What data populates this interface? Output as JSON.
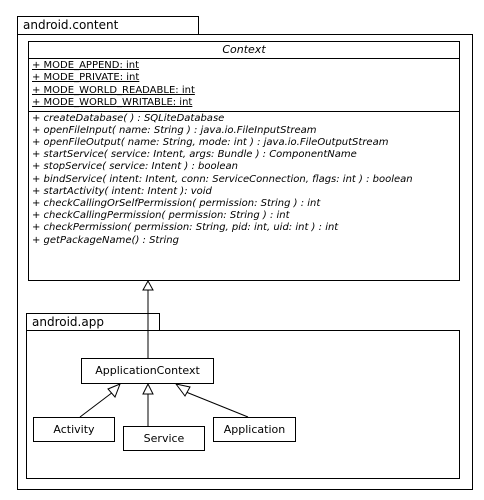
{
  "packages": {
    "content": {
      "name": "android.content"
    },
    "app": {
      "name": "android.app"
    }
  },
  "context_class": {
    "name": "Context",
    "attributes": [
      "+ MODE_APPEND: int",
      "+ MODE_PRIVATE: int",
      "+ MODE_WORLD_READABLE: int",
      "+ MODE_WORLD_WRITABLE: int"
    ],
    "operations": [
      "+ createDatabase( ) : SQLiteDatabase",
      "+ openFileInput( name: String ) : java.io.FileInputStream",
      "+ openFileOutput( name: String, mode: int ) : java.io.FileOutputStream",
      "+ startService( service: Intent, args: Bundle ) : ComponentName",
      "+ stopService( service: Intent ) : boolean",
      "+ bindService( intent: Intent, conn: ServiceConnection, flags: int ) : boolean",
      "+ startActivity( intent: Intent ): void",
      "+ checkCallingOrSelfPermission( permission: String ) : int",
      "+ checkCallingPermission( permission: String ) : int",
      "+ checkPermission( permission: String, pid: int, uid: int ) : int",
      "+ getPackageName() : String"
    ]
  },
  "classes": {
    "application_context": "ApplicationContext",
    "activity": "Activity",
    "service": "Service",
    "application": "Application"
  }
}
